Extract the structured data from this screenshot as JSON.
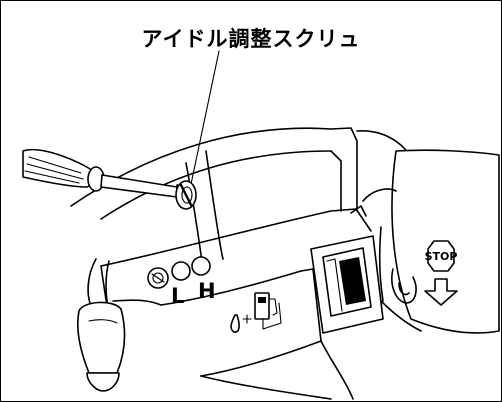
{
  "callout": {
    "label": "アイドル調整スクリュ"
  },
  "panel": {
    "low_label": "L",
    "high_label": "H",
    "stop_label": "STOP"
  },
  "icons": [
    "idle-adjust-screw-icon",
    "screwdriver-icon",
    "primer-bulb-icon",
    "fuel-pump-icon",
    "stop-switch-icon",
    "down-arrow-icon"
  ]
}
